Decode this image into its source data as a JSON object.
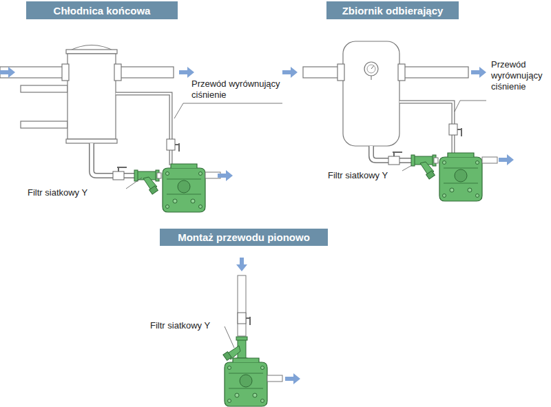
{
  "diagram": {
    "nodes": [
      {
        "text": [
          "Chłodnica końcowa"
        ]
      },
      {
        "text": [
          "Zbiornik odbierający"
        ]
      },
      {
        "text": [
          "Montaż przewodu pionowo"
        ]
      }
    ],
    "labels": [
      "Przewód wyrównujący ciśnienie",
      "Filtr siatkowy Y",
      "Przewód wyrównujący ciśnienie",
      "Filtr siatkowy Y",
      "Filtr siatkowy Y"
    ]
  }
}
